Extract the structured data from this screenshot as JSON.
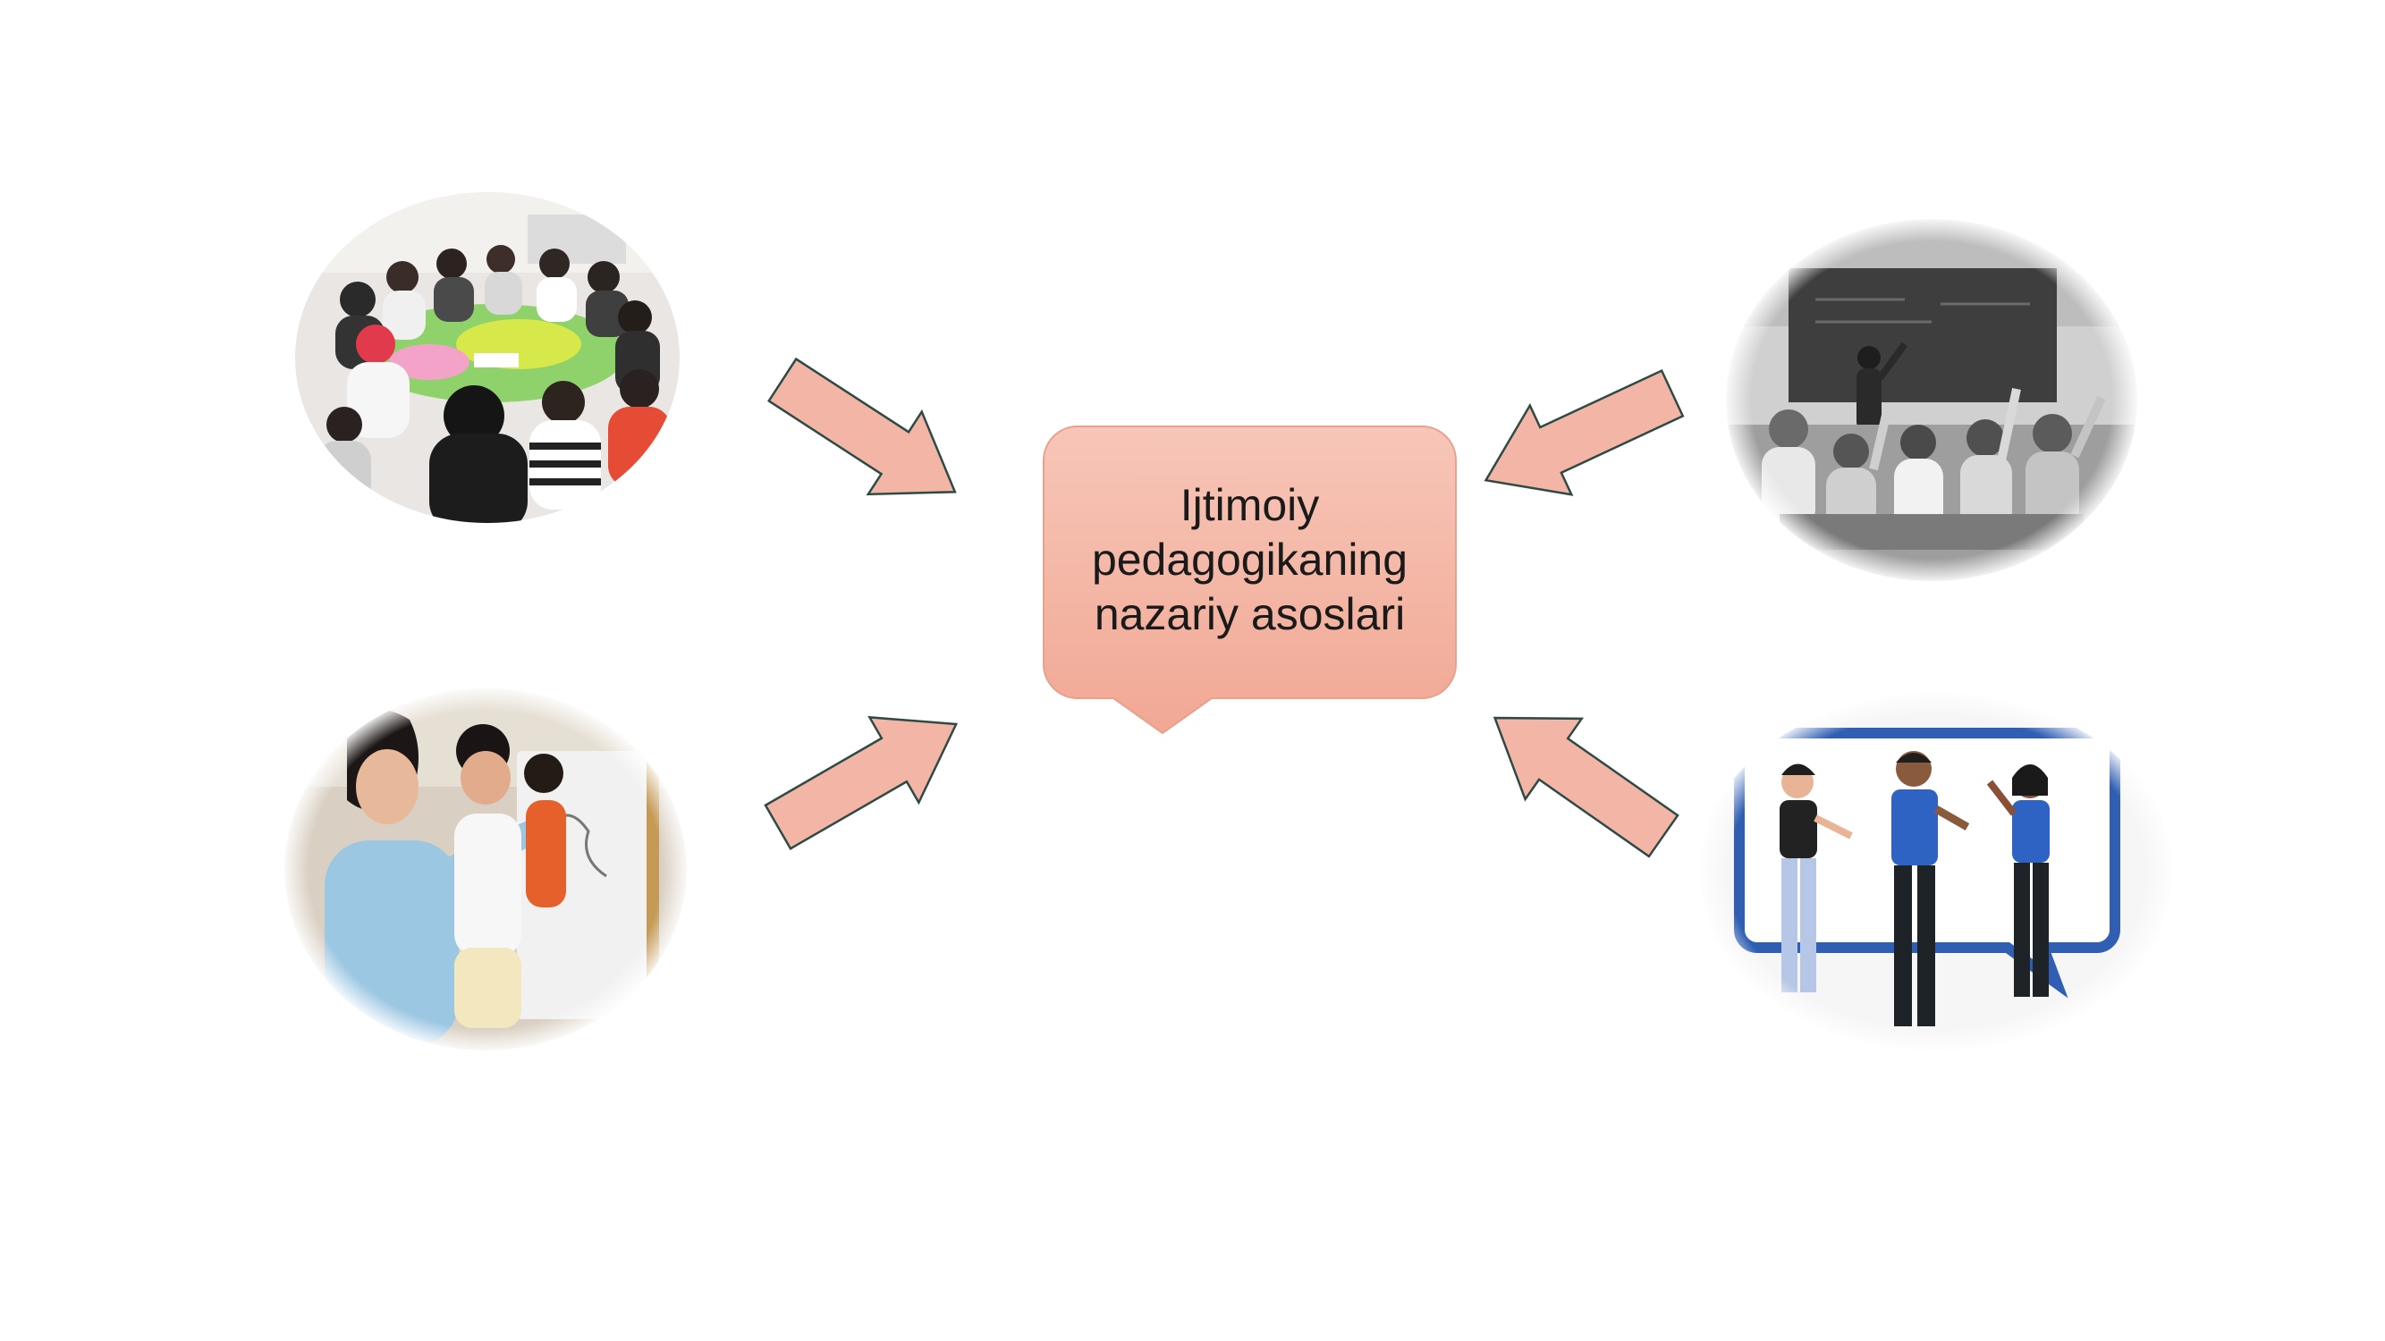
{
  "center": {
    "title_lines": [
      "Ijtimoiy",
      "pedagogikaning",
      "nazariy asoslari"
    ]
  },
  "colors": {
    "callout_fill_top": "#f7c6b8",
    "callout_fill_bottom": "#f1a894",
    "callout_stroke": "#e9a08c",
    "arrow_fill": "#f3b6a6",
    "arrow_stroke": "#2e4a44"
  },
  "images": [
    {
      "name": "group-table-photo",
      "kind": "photo"
    },
    {
      "name": "classroom-photo",
      "kind": "photo-grayscale"
    },
    {
      "name": "painting-photo",
      "kind": "photo"
    },
    {
      "name": "discussion-illustration",
      "kind": "illustration"
    }
  ],
  "arrows": [
    {
      "name": "arrow-top-left",
      "direction": "down-right"
    },
    {
      "name": "arrow-bottom-left",
      "direction": "up-right"
    },
    {
      "name": "arrow-top-right",
      "direction": "left"
    },
    {
      "name": "arrow-bottom-right",
      "direction": "up-left"
    }
  ]
}
